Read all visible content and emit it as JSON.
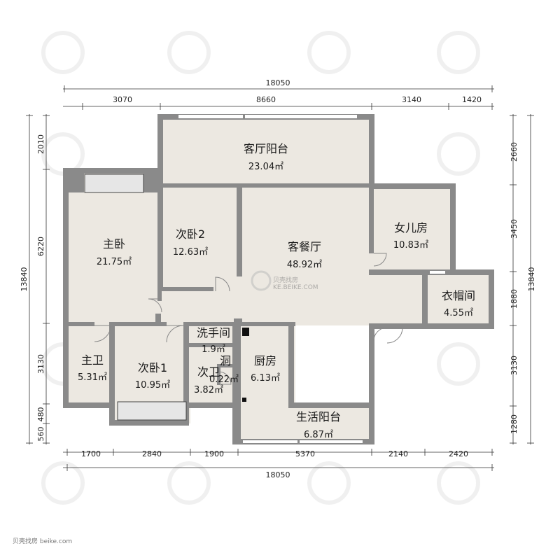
{
  "rooms": {
    "living_balcony": {
      "name": "客厅阳台",
      "area": "23.04㎡"
    },
    "master_bedroom": {
      "name": "主卧",
      "area": "21.75㎡"
    },
    "second_bedroom_2": {
      "name": "次卧2",
      "area": "12.63㎡"
    },
    "living_dining": {
      "name": "客餐厅",
      "area": "48.92㎡"
    },
    "daughter_room": {
      "name": "女儿房",
      "area": "10.83㎡"
    },
    "cloakroom": {
      "name": "衣帽间",
      "area": "4.55㎡"
    },
    "master_bath": {
      "name": "主卫",
      "area": "5.31㎡"
    },
    "second_bedroom_1": {
      "name": "次卧1",
      "area": "10.95㎡"
    },
    "washroom": {
      "name": "洗手间",
      "area": "1.9㎡"
    },
    "shaft": {
      "name": "洞",
      "area": "0.22㎡"
    },
    "second_bath": {
      "name": "次卫",
      "area": "3.82㎡"
    },
    "kitchen": {
      "name": "厨房",
      "area": "6.13㎡"
    },
    "utility_balcony": {
      "name": "生活阳台",
      "area": "6.87㎡"
    }
  },
  "dimensions": {
    "top_total": "18050",
    "top_segments": [
      "3070",
      "8660",
      "3140",
      "1420"
    ],
    "bottom_total": "18050",
    "bottom_segments": [
      "1700",
      "2840",
      "1900",
      "5370",
      "2140",
      "2420"
    ],
    "left_total": "13840",
    "left_segments": [
      "2010",
      "6220",
      "3130",
      "480",
      "560"
    ],
    "right_total": "13840",
    "right_segments": [
      "2660",
      "3450",
      "1880",
      "3130",
      "1280"
    ]
  },
  "watermark": {
    "center_brand": "贝壳找房",
    "center_url": "KE.BEIKE.COM",
    "footer_caption": "贝壳找房 beike.com"
  },
  "colors": {
    "wall": "#8a8a8a",
    "floor": "#ece8e1",
    "window": "#ffffff",
    "text": "#1a1a1a"
  }
}
